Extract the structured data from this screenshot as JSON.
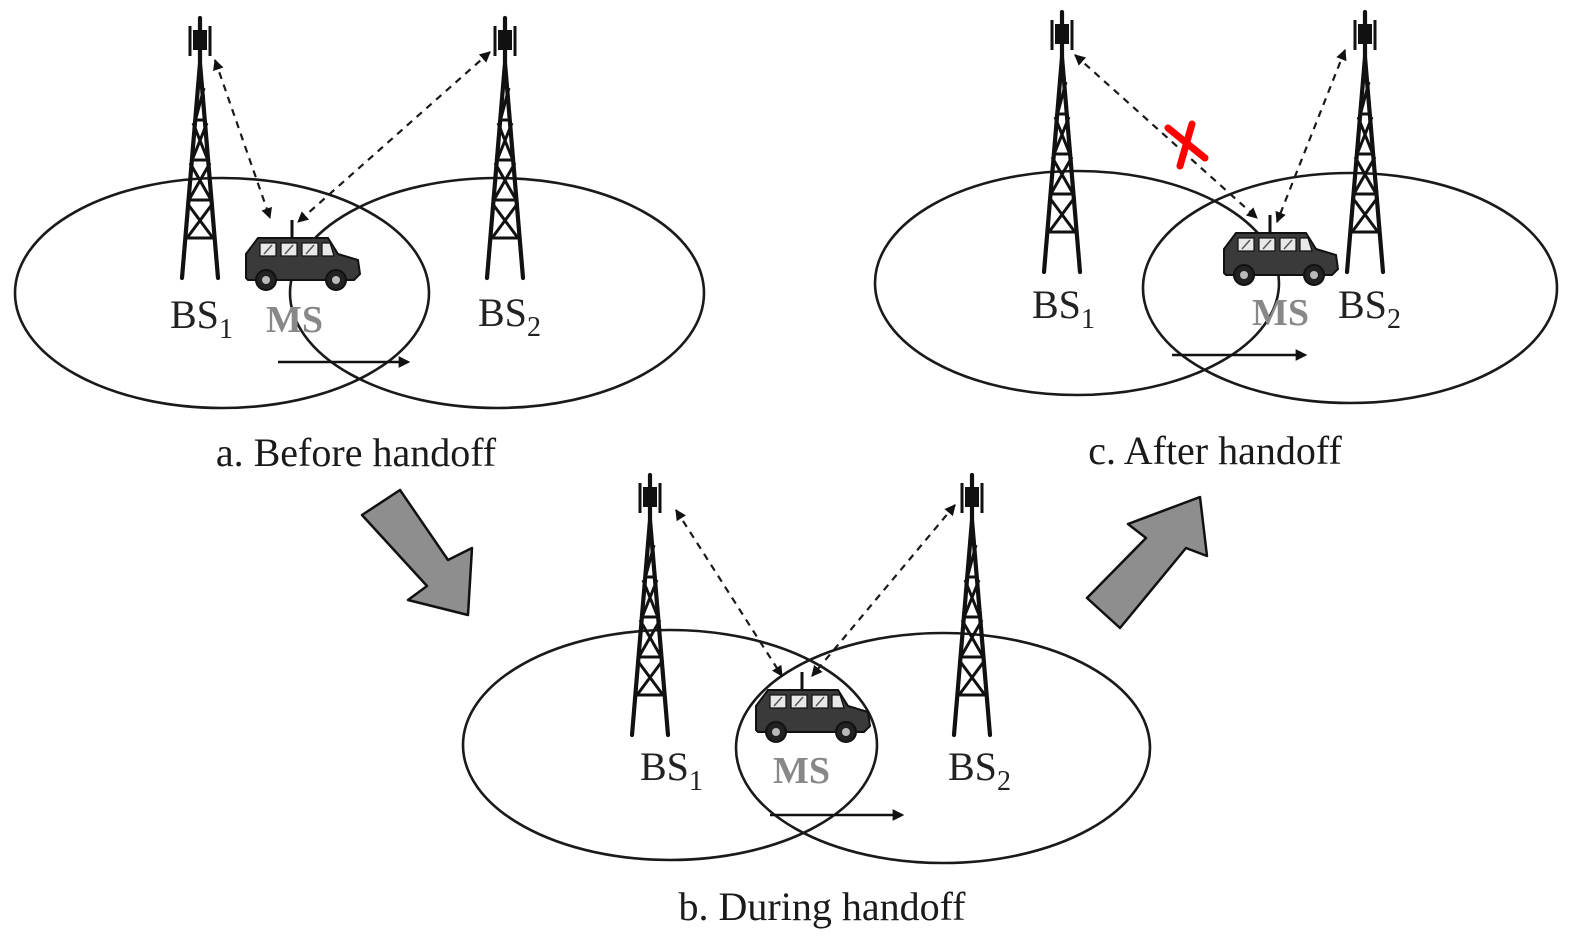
{
  "panels": [
    {
      "id": "before",
      "caption": "a. Before handoff",
      "bs1": {
        "base": "BS",
        "sub": "1"
      },
      "bs2": {
        "base": "BS",
        "sub": "2"
      },
      "ms_label": "MS",
      "link_to_bs1": "active",
      "link_to_bs2": "active"
    },
    {
      "id": "during",
      "caption": "b. During handoff",
      "bs1": {
        "base": "BS",
        "sub": "1"
      },
      "bs2": {
        "base": "BS",
        "sub": "2"
      },
      "ms_label": "MS",
      "link_to_bs1": "active",
      "link_to_bs2": "active"
    },
    {
      "id": "after",
      "caption": "c. After handoff",
      "bs1": {
        "base": "BS",
        "sub": "1"
      },
      "bs2": {
        "base": "BS",
        "sub": "2"
      },
      "ms_label": "MS",
      "link_to_bs1": "broken",
      "link_to_bs2": "active"
    }
  ],
  "colors": {
    "broken_link_mark": "#ff0000",
    "transition_arrow": "#8e8e8e",
    "ms_label": "#888888"
  },
  "icons": [
    "antenna-tower-icon",
    "car-icon",
    "broken-link-x-icon",
    "transition-arrow-icon"
  ]
}
